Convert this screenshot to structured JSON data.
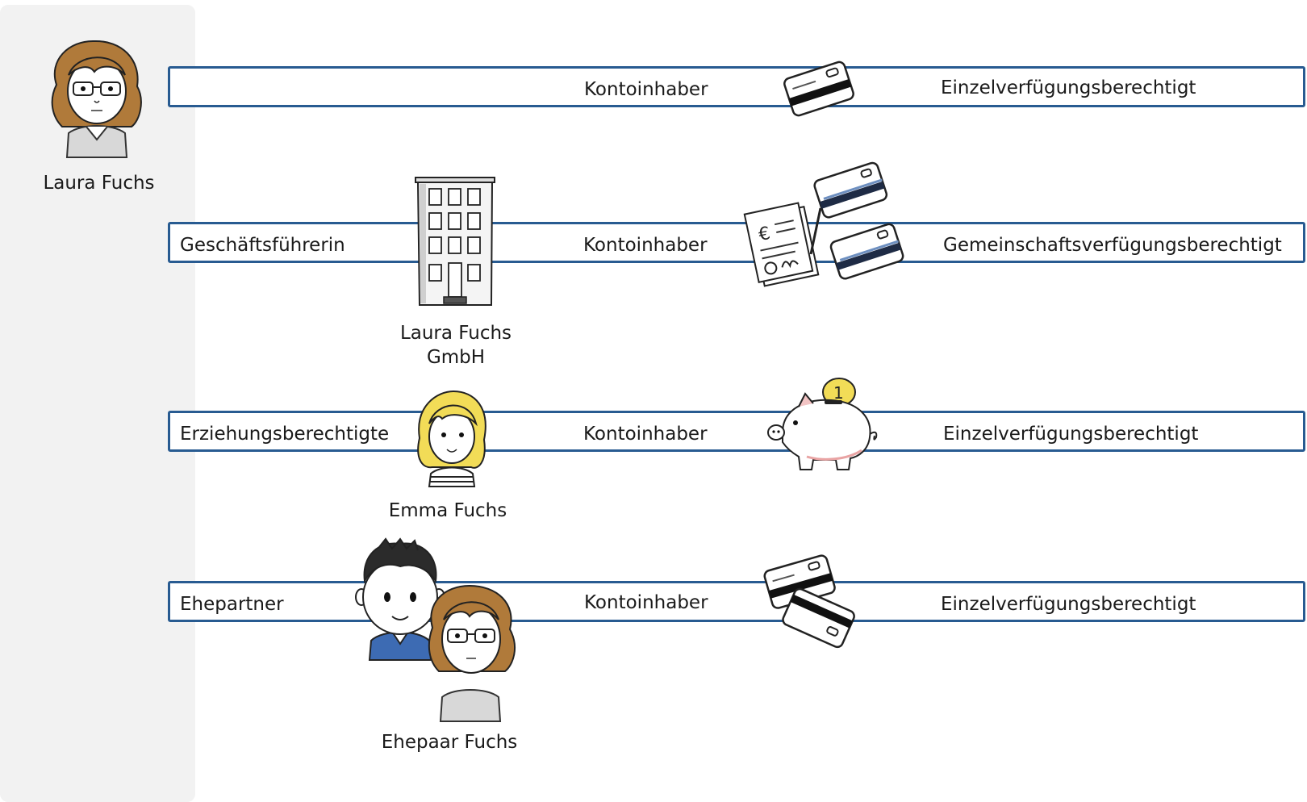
{
  "main_person": {
    "name": "Laura Fuchs"
  },
  "rows": [
    {
      "role": "",
      "owner_name": "",
      "center_label": "Kontoinhaber",
      "right_label": "Einzelverfügungsberechtigt",
      "right_icon": "bank-card-icon"
    },
    {
      "role": "Geschäftsführerin",
      "owner_name": "Laura Fuchs GmbH",
      "owner_name_line1": "Laura Fuchs",
      "owner_name_line2": "GmbH",
      "owner_icon": "office-building-icon",
      "center_label": "Kontoinhaber",
      "right_label": "Gemeinschaftsverfügungsberechtigt",
      "right_icon": "contract-and-cards-icon"
    },
    {
      "role": "Erziehungsberechtigte",
      "owner_name": "Emma Fuchs",
      "owner_icon": "child-avatar-icon",
      "center_label": "Kontoinhaber",
      "right_label": "Einzelverfügungsberechtigt",
      "right_icon": "piggy-bank-icon"
    },
    {
      "role": "Ehepartner",
      "owner_name": "Ehepaar Fuchs",
      "owner_icon": "couple-avatar-icon",
      "center_label": "Kontoinhaber",
      "right_label": "Einzelverfügungsberechtigt",
      "right_icon": "two-bank-cards-icon"
    }
  ],
  "colors": {
    "bar_border": "#285b91",
    "sidebar_bg": "#f2f2f2",
    "hair": "#b07a3a",
    "blonde": "#f2dc57"
  }
}
